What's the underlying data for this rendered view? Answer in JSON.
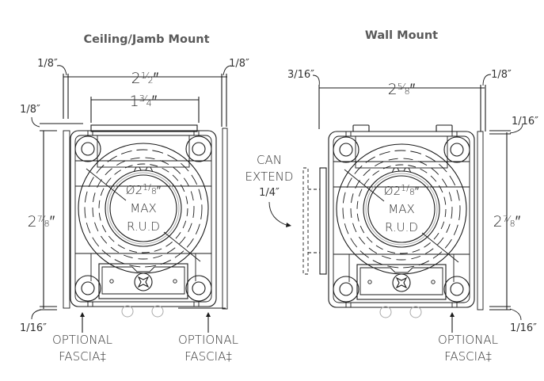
{
  "views": [
    {
      "id": "ceiling-jamb",
      "title": "Ceiling/Jamb Mount",
      "dims": {
        "overall_width": {
          "whole": "2",
          "num": "1",
          "den": "2"
        },
        "inner_width": {
          "whole": "1",
          "num": "3",
          "den": "4"
        },
        "height": {
          "whole": "2",
          "num": "7",
          "den": "8"
        },
        "left_gap": {
          "num": "1",
          "den": "8"
        },
        "right_gap": {
          "num": "1",
          "den": "8"
        },
        "top_gap": {
          "num": "1",
          "den": "8"
        },
        "bottom_gap": {
          "num": "1",
          "den": "16"
        }
      },
      "rud": {
        "line1_prefix": "Ø2",
        "num": "1",
        "den": "8",
        "line2": "MAX",
        "line3": "R.U.D"
      },
      "fascia_labels": [
        {
          "line1": "OPTIONAL",
          "line2": "FASCIA‡"
        },
        {
          "line1": "OPTIONAL",
          "line2": "FASCIA‡"
        }
      ]
    },
    {
      "id": "wall",
      "title": "Wall Mount",
      "dims": {
        "overall_width": {
          "whole": "2",
          "num": "5",
          "den": "8"
        },
        "height": {
          "whole": "2",
          "num": "7",
          "den": "8"
        },
        "left_gap": {
          "num": "3",
          "den": "16"
        },
        "right_gap": {
          "num": "1",
          "den": "8"
        },
        "top_gap": {
          "num": "1",
          "den": "16"
        },
        "bottom_gap": {
          "num": "1",
          "den": "16"
        }
      },
      "rud": {
        "line1_prefix": "Ø2",
        "num": "1",
        "den": "8",
        "line2": "MAX",
        "line3": "R.U.D"
      },
      "extend_note": {
        "line1": "CAN",
        "line2": "EXTEND",
        "num": "1",
        "den": "4"
      },
      "fascia_labels": [
        {
          "line1": "OPTIONAL",
          "line2": "FASCIA‡"
        }
      ]
    }
  ],
  "colors": {
    "line": "#1a1a1a",
    "title": "#5a5a5a",
    "text": "#333333",
    "grey": "#aaaaaa"
  }
}
